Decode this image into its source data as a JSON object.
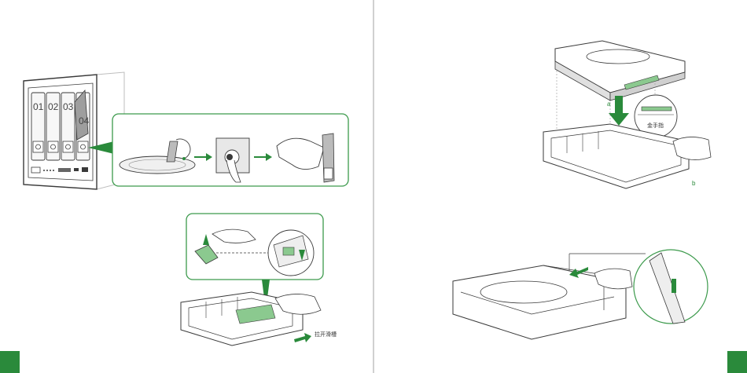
{
  "colors": {
    "accent": "#2a8a3b",
    "line": "#3a3a3a",
    "panel_border": "#3c9a4c"
  },
  "left_page": {
    "nas_slots": [
      "01",
      "02",
      "03",
      "04"
    ],
    "callout_pull_label": "拉开滑槽"
  },
  "right_page": {
    "step_a_label": "a",
    "step_b_label": "b",
    "magnifier_label": "金手指"
  }
}
